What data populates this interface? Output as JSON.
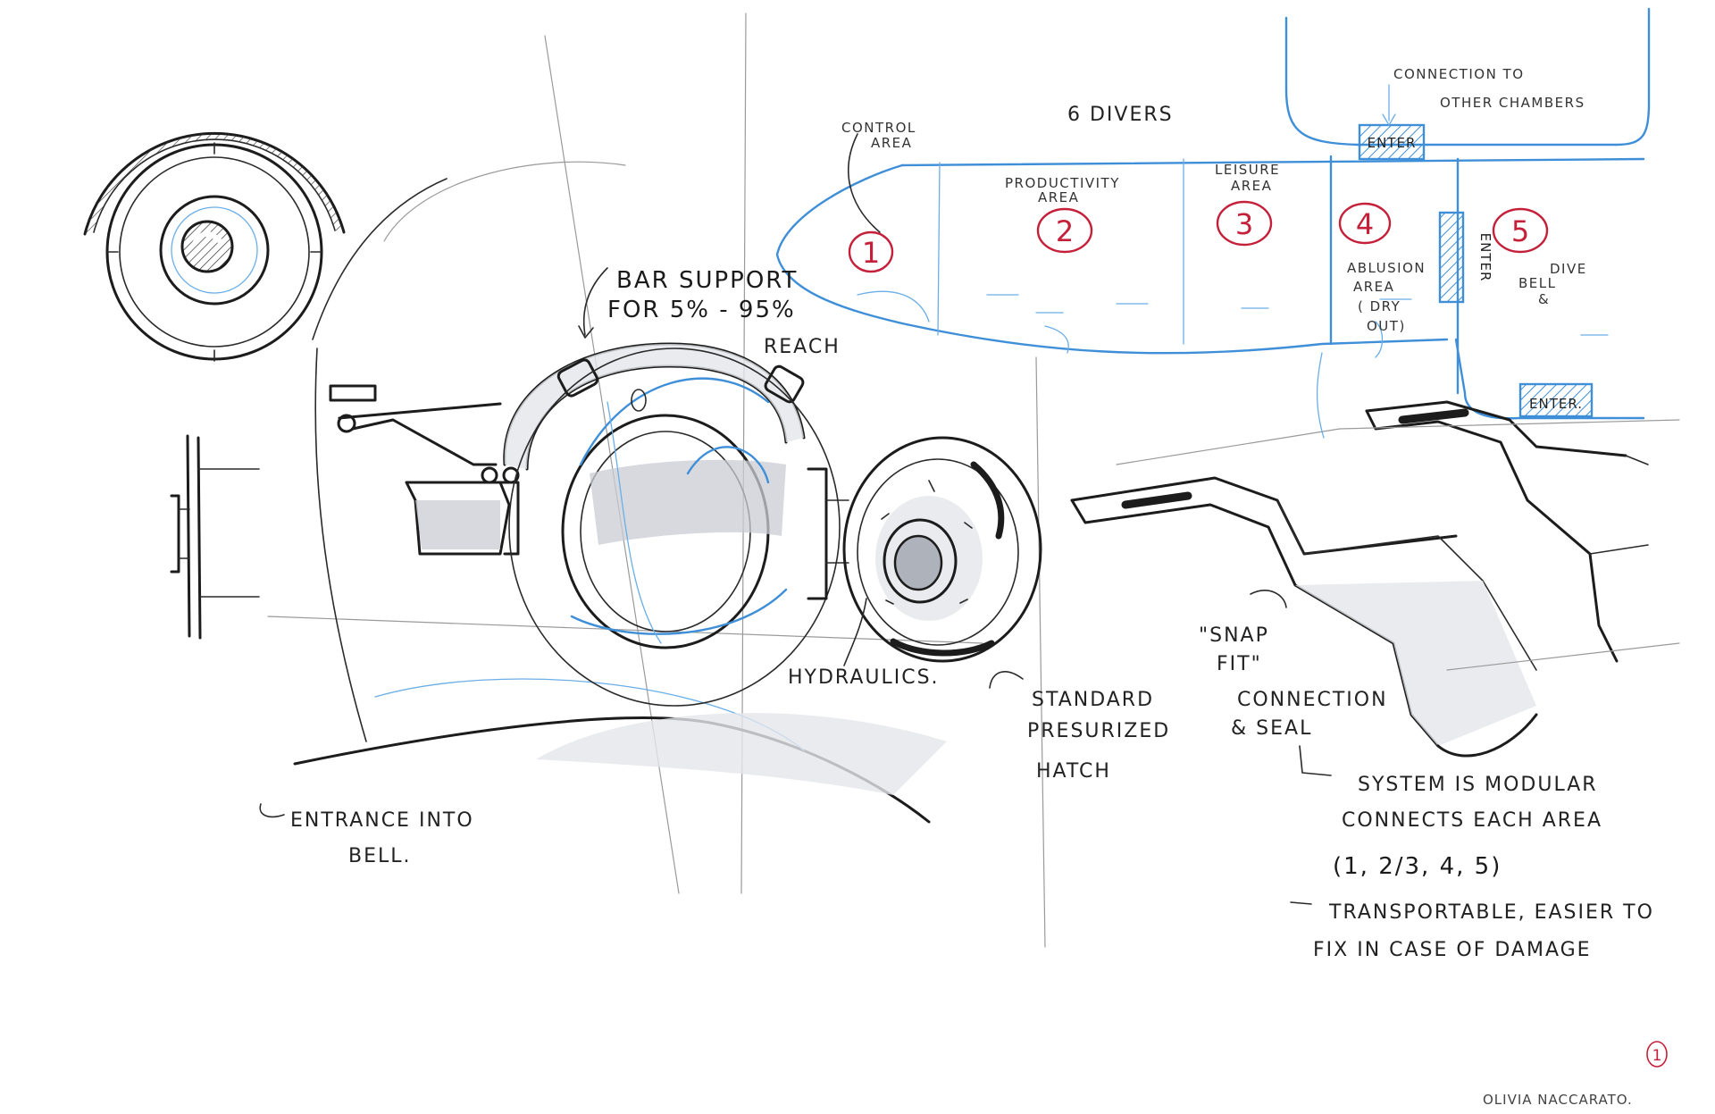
{
  "header": {
    "divers": "6 DIVERS",
    "connection_1": "CONNECTION TO",
    "connection_2": "OTHER CHAMBERS"
  },
  "areas": {
    "control_1": "CONTROL",
    "control_2": "AREA",
    "productivity_1": "PRODUCTIVITY",
    "productivity_2": "AREA",
    "leisure_1": "LEISURE",
    "leisure_2": "AREA",
    "ablusion_1": "ABLUSION",
    "ablusion_2": "AREA",
    "ablusion_3": "( DRY",
    "ablusion_4": "OUT)",
    "dive_1": "DIVE",
    "dive_2": "BELL",
    "dive_3": "&"
  },
  "area_numbers": [
    "1",
    "2",
    "3",
    "4",
    "5"
  ],
  "enter_labels": {
    "top": "ENTER",
    "vertical": "ENTER",
    "bottom": "ENTER."
  },
  "callouts": {
    "bar_1": "BAR SUPPORT",
    "bar_2": "FOR 5% - 95%",
    "bar_3": "REACH",
    "hydraulics": "HYDRAULICS.",
    "hatch_1": "STANDARD",
    "hatch_2": "PRESURIZED",
    "hatch_3": "HATCH",
    "entrance_1": "ENTRANCE INTO",
    "entrance_2": "BELL.",
    "snap_1": "\"SNAP",
    "snap_2": "FIT\"",
    "snap_3": "CONNECTION",
    "snap_4": "& SEAL",
    "system_1": "SYSTEM IS MODULAR",
    "system_2": "CONNECTS EACH AREA",
    "system_3": "(1, 2/3, 4, 5)",
    "transport_1": "TRANSPORTABLE, EASIER TO",
    "transport_2": "FIX IN CASE OF DAMAGE"
  },
  "footer": {
    "page_number": "1",
    "signature": "OLIVIA NACCARATO."
  },
  "colors": {
    "ink": "#1c1c1c",
    "blue_pencil": "#3f8fd8",
    "red_numbers": "#c4203a",
    "marker_grey": "#c9ccd3"
  }
}
